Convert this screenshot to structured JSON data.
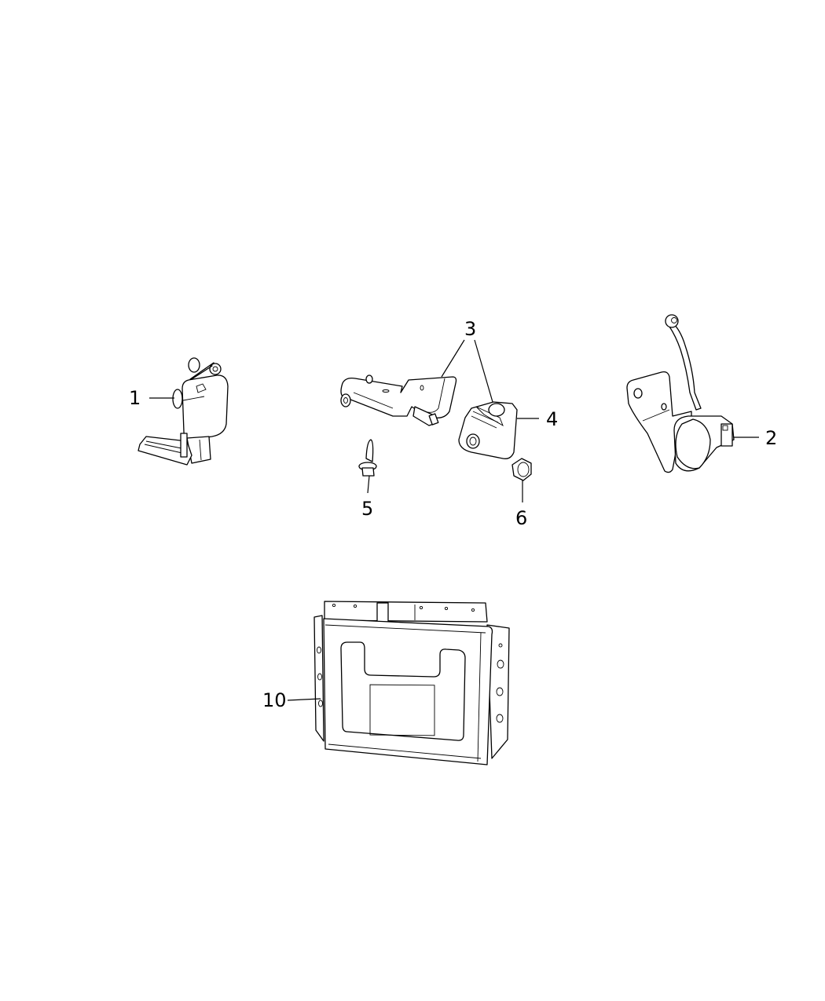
{
  "diagram": {
    "type": "exploded-parts-diagram",
    "callouts": [
      {
        "id": "1",
        "label": "1",
        "part": "left-height-sensor"
      },
      {
        "id": "2",
        "label": "2",
        "part": "right-height-sensor-with-bracket"
      },
      {
        "id": "3",
        "label": "3",
        "part": "bracket-and-sensor-assembly"
      },
      {
        "id": "4",
        "label": "4",
        "part": "sensor"
      },
      {
        "id": "5",
        "label": "5",
        "part": "bolt"
      },
      {
        "id": "6",
        "label": "6",
        "part": "nut"
      },
      {
        "id": "10",
        "label": "10",
        "part": "control-module"
      }
    ]
  }
}
